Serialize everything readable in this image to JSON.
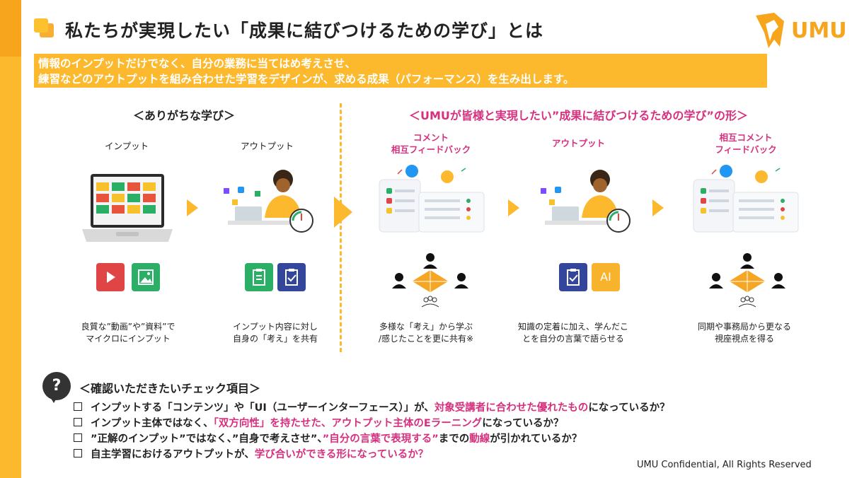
{
  "title": "私たちが実現したい「成果に結びつけるための学び」とは",
  "logo_text": "UMU",
  "banner": {
    "line1": "情報のインプットだけでなく、自分の業務に当てはめ考えさせ、",
    "line2": "練習などのアウトプットを組み合わせた学習をデザインが、求める成果（パフォーマンス）を生み出します。"
  },
  "left_section": {
    "heading": "＜ありがちな学び＞",
    "col1": {
      "label": "インプット",
      "desc1": "良質な”動画”や”資料”で",
      "desc2": "マイクロにインプット"
    },
    "col2": {
      "label": "アウトプット",
      "desc1": "インプット内容に対し",
      "desc2": "自身の「考え」を共有"
    }
  },
  "right_section": {
    "heading": "＜UMUが皆様と実現したい”成果に結びつけるための学び”の形＞",
    "col1": {
      "label1": "コメント",
      "label2": "相互フィードバック",
      "desc1": "多様な「考え」から学ぶ",
      "desc2": "/感じたことを更に共有※"
    },
    "col2": {
      "label": "アウトプット",
      "desc1": "知識の定着に加え、学んだこ",
      "desc2": "とを自分の言葉で語らせる"
    },
    "col3": {
      "label1": "相互コメント",
      "label2": "フィードバック",
      "desc1": "同期や事務局から更なる",
      "desc2": "視座視点を得る"
    }
  },
  "check": {
    "icon": "?",
    "title": "＜確認いただきたいチェック項目＞",
    "items": [
      {
        "a": "インプットする「コンテンツ」や「UI（ユーザーインターフェース）」が、",
        "b": "対象受講者に合わせた優れたもの",
        "c": "になっているか？"
      },
      {
        "a": "インプット主体ではなく、",
        "b": "「双方向性」を持たせた、アウトプット主体のEラーニング",
        "c": "になっているか？"
      },
      {
        "a": "”正解のインプット”ではなく、”自身で考えさせ”、",
        "b": "”自分の言葉で表現する”",
        "c": "までの",
        "d": "動線",
        "e": "が引かれているか？"
      },
      {
        "a": "自主学習におけるアウトプットが、",
        "b": "学び合いができる形になっているか？",
        "c": ""
      }
    ]
  },
  "ai_badge": "AI",
  "footer": "UMU Confidential, All Rights Reserved",
  "colors": {
    "accent": "#FDB92E",
    "pink": "#D6307E",
    "red": "#E04545",
    "green": "#2BAE66",
    "navy": "#34459C"
  }
}
